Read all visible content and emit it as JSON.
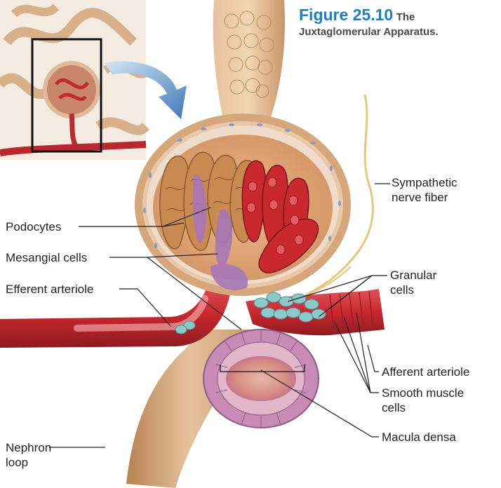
{
  "figure": {
    "number": "Figure 25.10",
    "title_part1": "The",
    "title_part2": "Juxtaglomerular Apparatus."
  },
  "labels": {
    "podocytes": "Podocytes",
    "mesangial_cells": "Mesangial cells",
    "efferent_arteriole": "Efferent arteriole",
    "nephron_loop_line1": "Nephron",
    "nephron_loop_line2": "loop",
    "sympathetic_line1": "Sympathetic",
    "sympathetic_line2": "nerve fiber",
    "granular_line1": "Granular",
    "granular_line2": "cells",
    "afferent_arteriole": "Afferent arteriole",
    "smooth_muscle_line1": "Smooth muscle",
    "smooth_muscle_line2": "cells",
    "macula_densa": "Macula densa"
  },
  "colors": {
    "title_blue": "#1f7fbf",
    "tubule_tan": "#d9a77a",
    "arteriole_red": "#c8282e",
    "podocyte_tan": "#c98a52",
    "mesangial_purple": "#a777b8",
    "granular_teal": "#8cc9c8",
    "macula_pink": "#c88bb5",
    "arrow_blue": "#5a8fc6",
    "nerve_yellow": "#e8c77a"
  }
}
